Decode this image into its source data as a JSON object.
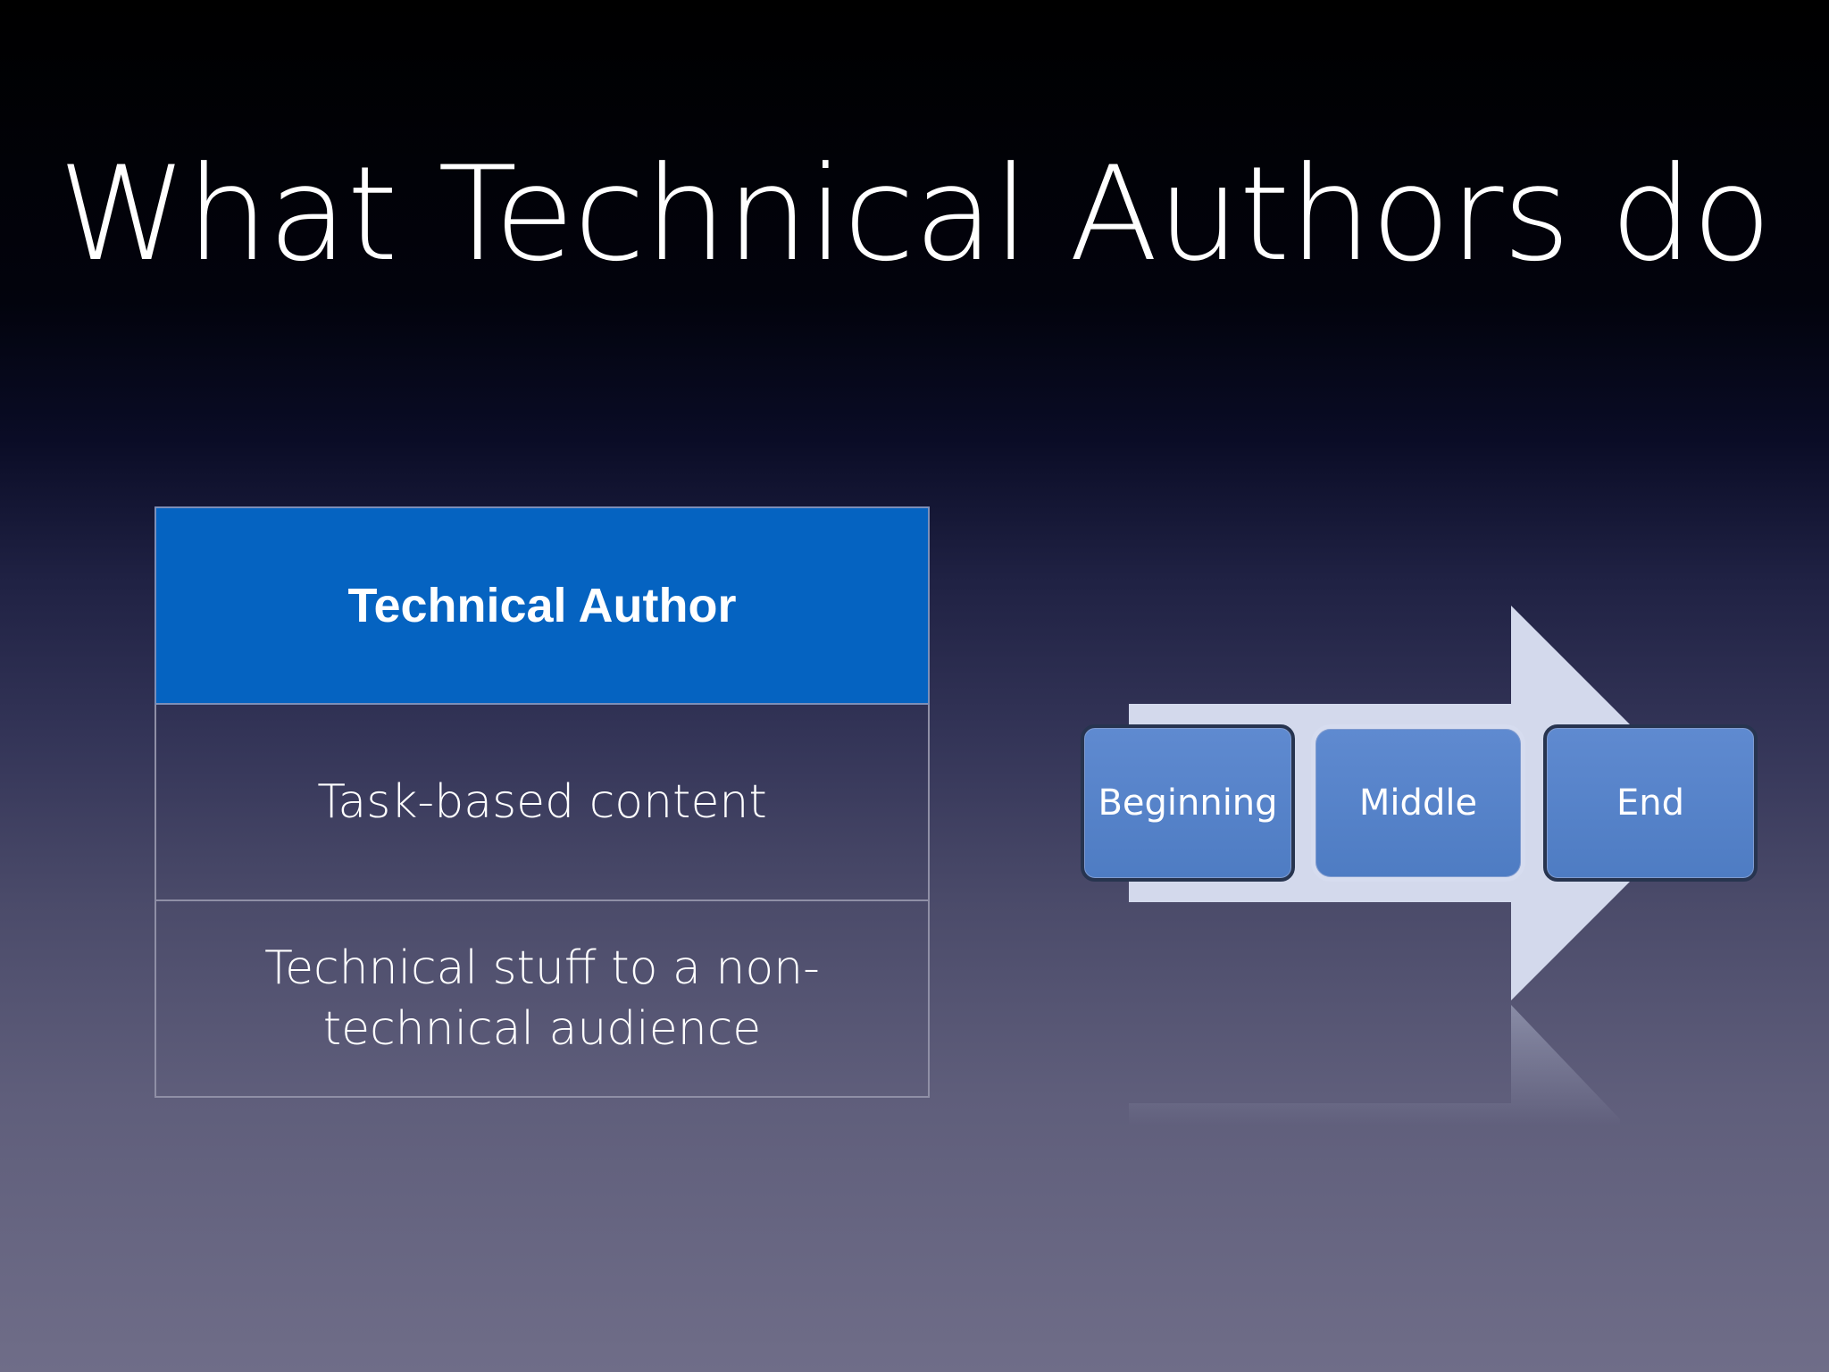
{
  "slide": {
    "title": "What Technical Authors do"
  },
  "table": {
    "header": "Technical Author",
    "rows": [
      "Task-based content",
      "Technical stuff to a non-technical audience"
    ]
  },
  "process": {
    "steps": [
      "Beginning",
      "Middle",
      "End"
    ]
  },
  "colors": {
    "header_fill": "#0563c1",
    "step_fill": "#4f81bd",
    "arrow_fill": "#d3d9ec"
  }
}
